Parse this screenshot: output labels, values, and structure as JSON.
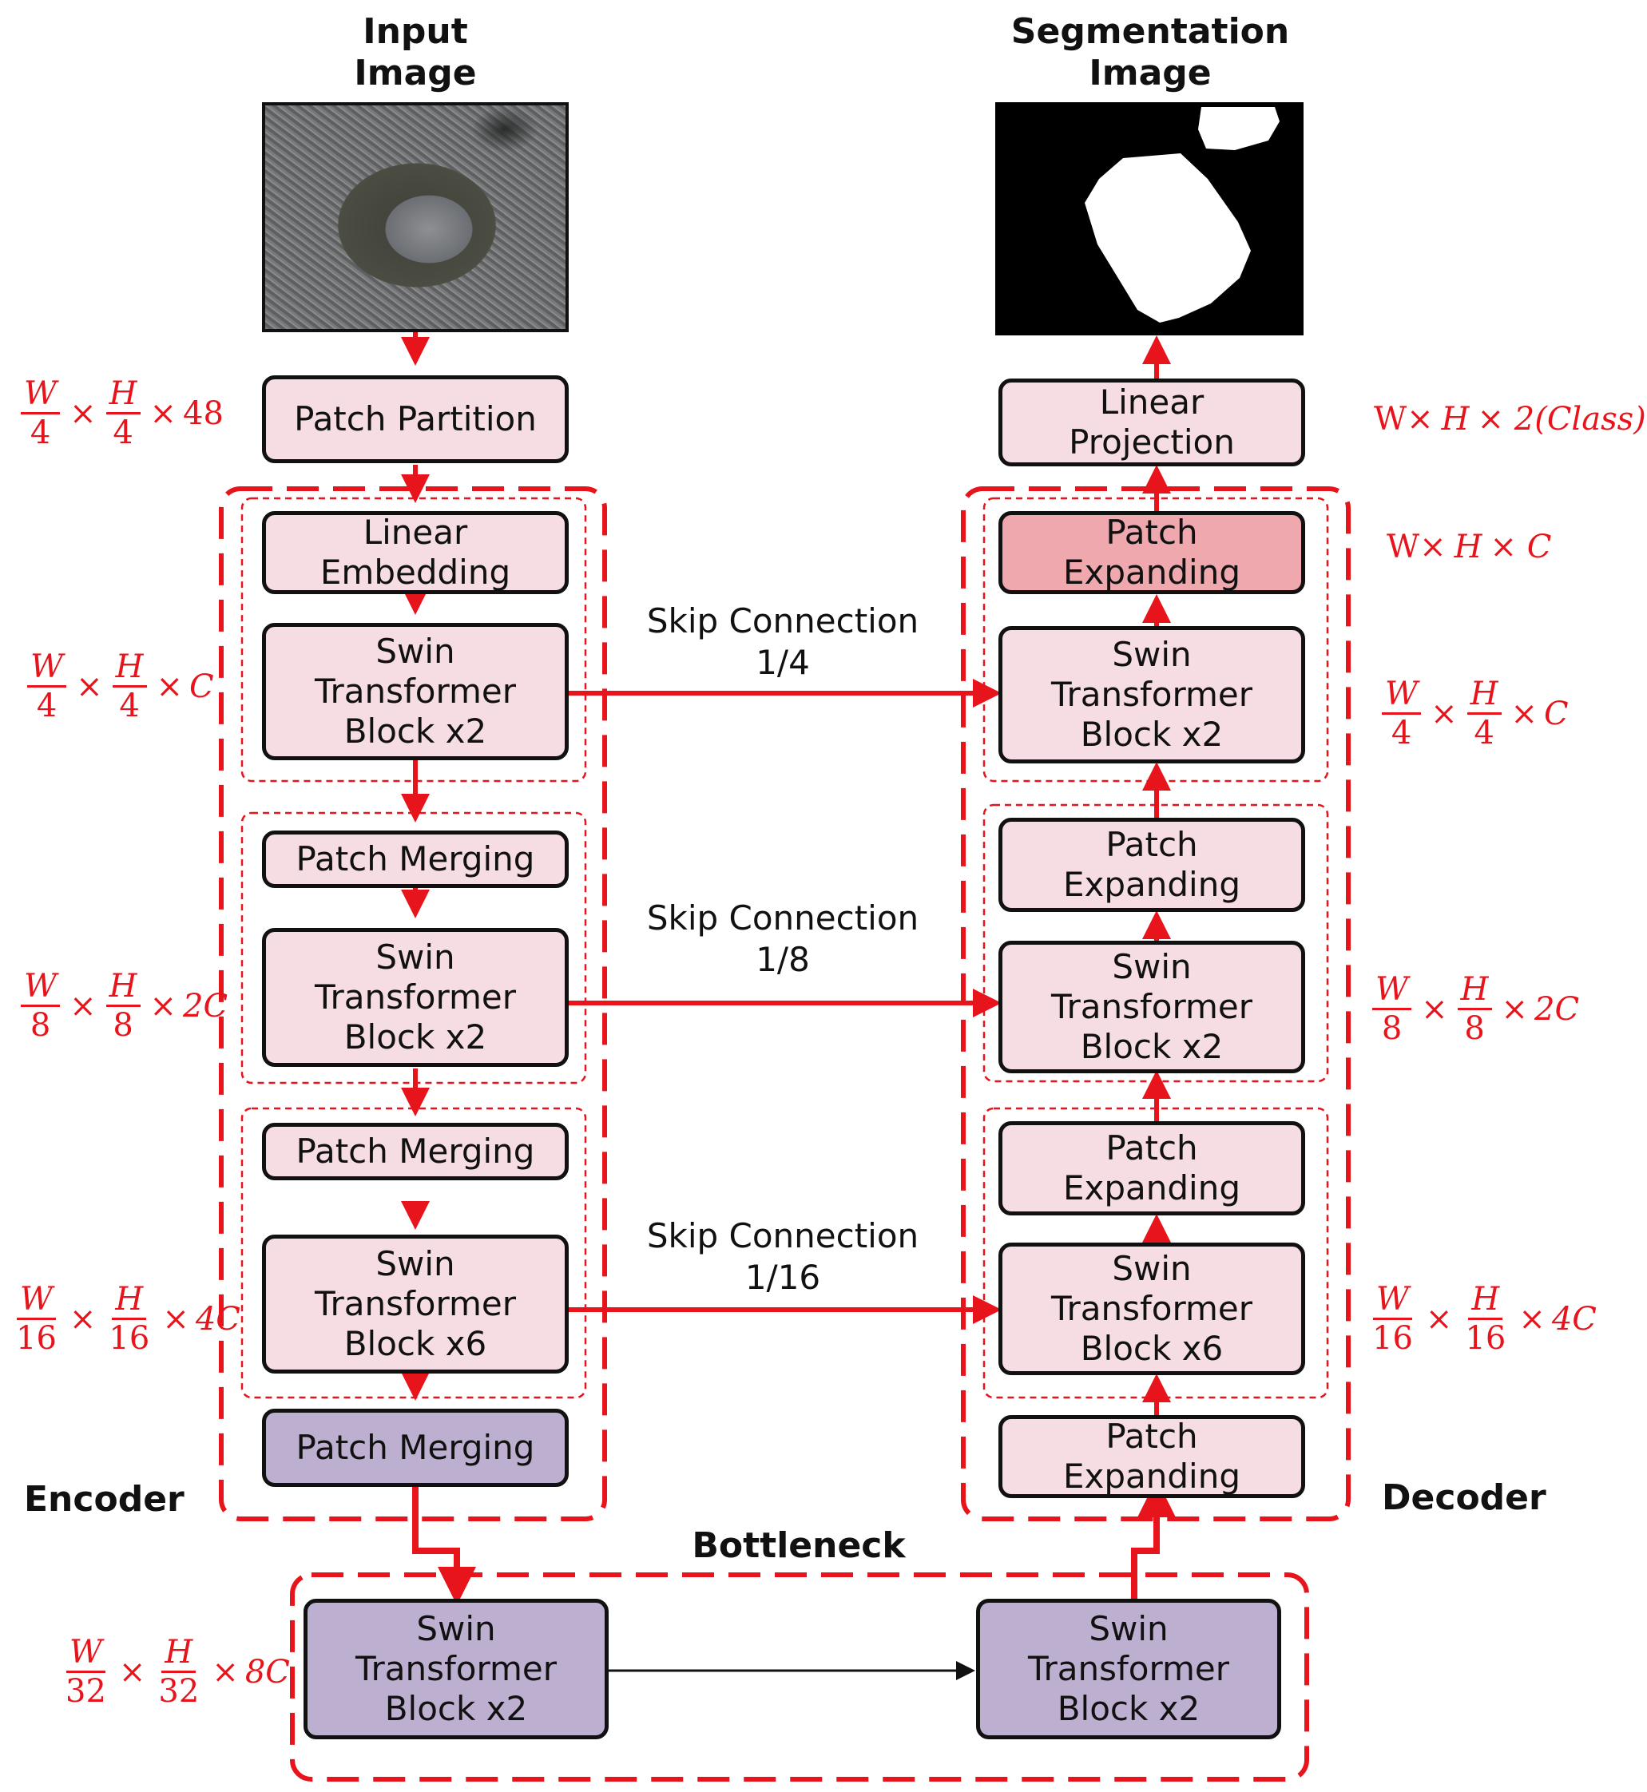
{
  "titles": {
    "input_image": "Input\nImage",
    "segmentation_image": "Segmentation\nImage",
    "encoder": "Encoder",
    "decoder": "Decoder",
    "bottleneck": "Bottleneck"
  },
  "encoder": {
    "patch_partition": "Patch Partition",
    "linear_embedding": "Linear\nEmbedding",
    "swin_block_1": "Swin\nTransformer\nBlock x2",
    "patch_merging_1": "Patch Merging",
    "swin_block_2": "Swin\nTransformer\nBlock x2",
    "patch_merging_2": "Patch Merging",
    "swin_block_3": "Swin\nTransformer\nBlock x6",
    "patch_merging_3": "Patch Merging"
  },
  "bottleneck": {
    "swin_block_left": "Swin\nTransformer\nBlock x2",
    "swin_block_right": "Swin\nTransformer\nBlock x2"
  },
  "decoder": {
    "linear_projection": "Linear\nProjection",
    "patch_expanding_top": "Patch\nExpanding",
    "swin_block_1": "Swin\nTransformer\nBlock x2",
    "patch_expanding_2": "Patch\nExpanding",
    "swin_block_2": "Swin\nTransformer\nBlock x2",
    "patch_expanding_3": "Patch\nExpanding",
    "swin_block_3": "Swin\nTransformer\nBlock x6",
    "patch_expanding_bottom": "Patch\nExpanding"
  },
  "skip_connections": {
    "s1": "Skip Connection\n1/4",
    "s2": "Skip Connection\n1/8",
    "s3": "Skip Connection\n1/16"
  },
  "dimensions": {
    "d1": {
      "w": "W",
      "h": "H",
      "den": "4",
      "tail": "48"
    },
    "d2": {
      "w": "W",
      "h": "H",
      "den": "4",
      "tail": "C"
    },
    "d3": {
      "w": "W",
      "h": "H",
      "den": "8",
      "tail": "2C"
    },
    "d4": {
      "w": "W",
      "h": "H",
      "den": "16",
      "tail": "4C"
    },
    "d5": {
      "w": "W",
      "h": "H",
      "den": "32",
      "tail": "8C"
    },
    "r1": {
      "text_a": "W×",
      "text_b": "H",
      "text_c": "× 2(Class)"
    },
    "r2": {
      "text_a": "W×",
      "text_b": "H",
      "text_c": "× C"
    },
    "r3": {
      "w": "W",
      "h": "H",
      "den": "4",
      "tail": "C"
    },
    "r4": {
      "w": "W",
      "h": "H",
      "den": "8",
      "tail": "2C"
    },
    "r5": {
      "w": "W",
      "h": "H",
      "den": "16",
      "tail": "4C"
    }
  },
  "colors": {
    "arrow_red": "#e8141b",
    "box_pink": "#f6dde3",
    "box_rose": "#eea8ae",
    "box_purple": "#bdafcf"
  }
}
